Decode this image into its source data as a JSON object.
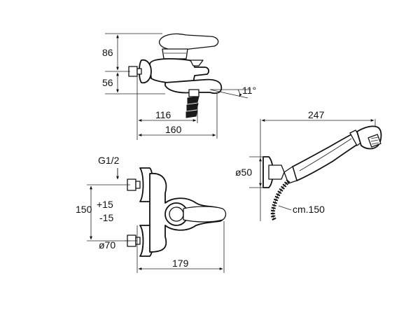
{
  "dimensions": {
    "height_top": "86",
    "height_bottom": "56",
    "angle": "11°",
    "width_spout": "116",
    "width_total": "160",
    "thread": "G1/2",
    "spacing_main": "150",
    "spacing_plus": "+15",
    "spacing_minus": "-15",
    "flange_diameter": "ø70",
    "front_width": "179",
    "shower_length": "247",
    "holder_diameter": "ø50",
    "hose_length": "cm.150"
  },
  "colors": {
    "line": "#111111",
    "fill": "#ffffff",
    "dark": "#1a1a1a"
  }
}
